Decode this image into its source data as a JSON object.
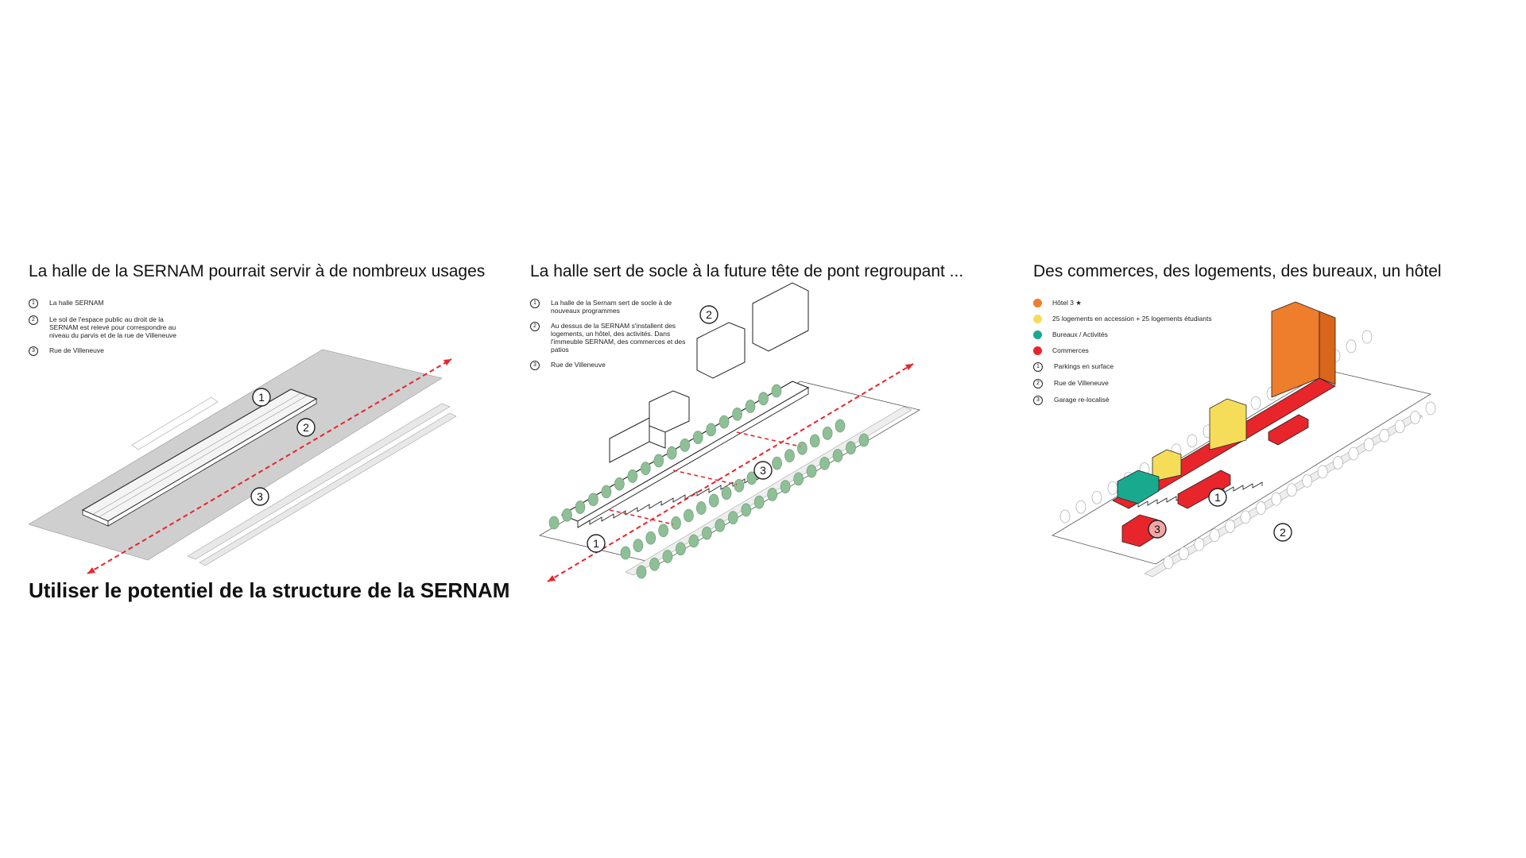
{
  "panels": [
    {
      "title": "La halle de la SERNAM pourrait servir à de nombreux usages",
      "legend": [
        {
          "num": "1",
          "text": "La halle SERNAM"
        },
        {
          "num": "2",
          "text": "Le sol  de l'espace public au droit de la SERNAM est relevé pour correspondre au niveau du parvis et de la rue de Villeneuve"
        },
        {
          "num": "3",
          "text": "Rue de Villeneuve"
        }
      ],
      "callouts": [
        "1",
        "2",
        "3"
      ]
    },
    {
      "title": "La halle sert de socle à la future tête de pont regroupant ...",
      "legend": [
        {
          "num": "1",
          "text": "La halle de la Sernam sert de socle à de nouveaux programmes"
        },
        {
          "num": "2",
          "text": "Au dessus de la SERNAM s'installent des logements, un hôtel, des activités. Dans l'immeuble SERNAM, des commerces et des patios"
        },
        {
          "num": "3",
          "text": "Rue de Villeneuve"
        }
      ],
      "callouts": [
        "1",
        "2",
        "3"
      ]
    },
    {
      "title": "Des commerces, des logements, des bureaux, un hôtel",
      "legend": [
        {
          "color": "#ee7d2c",
          "text": "Hôtel 3 ★"
        },
        {
          "color": "#f5dd5a",
          "text": "25 logements en accession + 25 logements étudiants"
        },
        {
          "color": "#19a98f",
          "text": "Bureaux / Activités"
        },
        {
          "color": "#e8252a",
          "text": "Commerces"
        },
        {
          "num": "1",
          "text": "Parkings en surface"
        },
        {
          "num": "2",
          "text": "Rue de Villeneuve"
        },
        {
          "num": "3",
          "text": "Garage re-localisé"
        }
      ],
      "callouts": [
        "1",
        "2",
        "3"
      ]
    }
  ],
  "bottom_title": "Utiliser le potentiel de la structure de la SERNAM",
  "colors": {
    "arrow": "#e8252a",
    "tree": "#8fbf97",
    "hotel": "#ee7d2c",
    "housing": "#f5dd5a",
    "offices": "#19a98f",
    "shops": "#e8252a",
    "ground": "#cfcfcf"
  }
}
